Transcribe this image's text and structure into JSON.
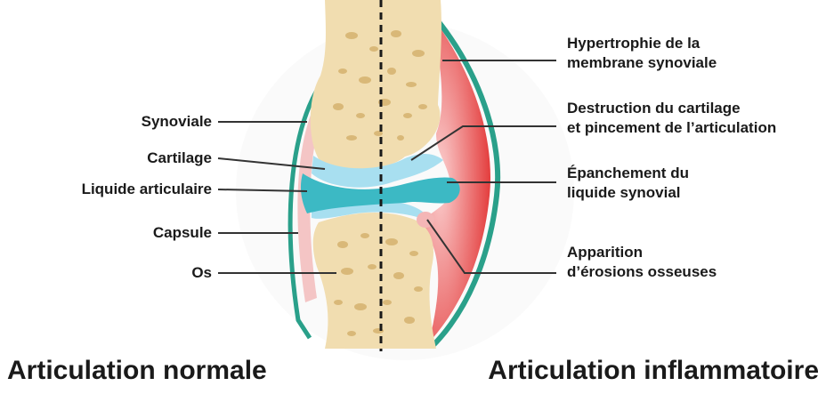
{
  "labels_left": {
    "synoviale": "Synoviale",
    "cartilage": "Cartilage",
    "liquide": "Liquide articulaire",
    "capsule": "Capsule",
    "os": "Os"
  },
  "labels_right": {
    "hypertrophie": [
      "Hypertrophie de la",
      "membrane synoviale"
    ],
    "destruction": [
      "Destruction du cartilage",
      "et pincement de l’articulation"
    ],
    "epanchement": [
      "Épanchement du",
      "liquide synovial"
    ],
    "apparition": [
      "Apparition",
      "d’érosions osseuses"
    ]
  },
  "captions": {
    "normal": "Articulation normale",
    "inflammatory": "Articulation inflammatoire"
  },
  "colors": {
    "bone": "#f1ddb0",
    "bone_pore": "#d9b878",
    "cartilage": "#a8dff0",
    "synovial_fluid": "#3cb9c4",
    "capsule": "#2aa08a",
    "inflamed": "#e23c3c",
    "synovial_pink": "#f4c5c5"
  }
}
